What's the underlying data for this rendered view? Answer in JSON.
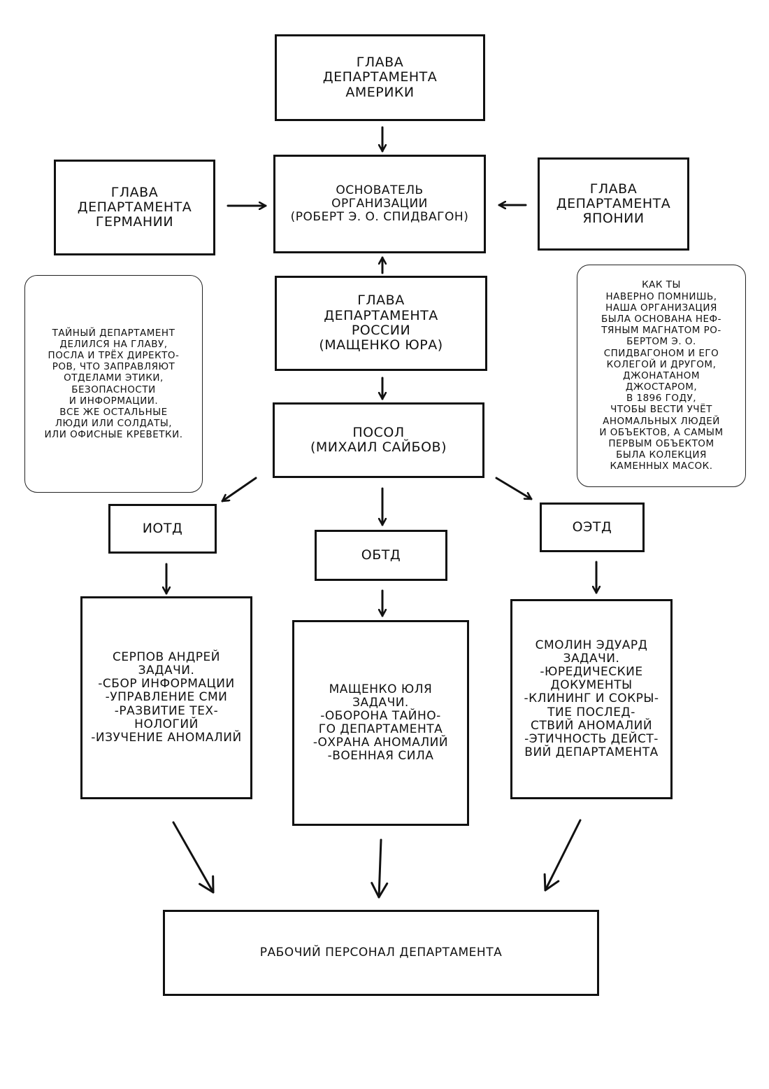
{
  "boxes": {
    "head_america": "Глава\nдепартамента\nАмерики",
    "founder": "Основатель\nорганизации\n(Роберт Э. О. Спидвагон)",
    "head_germany": "Глава\nдепартамента\nГермании",
    "head_japan": "Глава\nдепартамента\nЯпонии",
    "head_russia": "Глава\nдепартамента\nРоссии\n(Мащенко Юра)",
    "ambassador": "Посол\n(Михаил Сайбов)",
    "iotd": "ИОТД",
    "obtd": "ОБТД",
    "oetd": "ОЭТД",
    "iotd_details": "Серпов Андрей\nзадачи.\n-сбор информации\n-управление СМИ\n-развитие тех-\nнологий\n-изучение аномалий",
    "obtd_details": "Мащенко Юля\nзадачи.\n-оборона тайно-\nго департамента\n-охрана аномалий\n-военная сила",
    "oetd_details": "Смолин Эдуард\nзадачи.\n-юредические\nдокументы\n-клининг и сокры-\nтие послед-\nствий аномалий\n-этичность дейст-\nвий департамента",
    "staff": "Рабочий персонал департамента"
  },
  "notes": {
    "left": "Тайный департамент\nделился на главу,\nпосла и трёх директо-\nров, что заправляют\nотделами этики,\nбезопасности\nи информации.\nВсе же остальные\nлюди или солдаты,\nили офисные креветки.",
    "right": "Как ты\nнаверно помнишь,\nнаша организация\nбыла основана неф-\nтяным магнатом Ро-\nбертом Э. О.\nСпидвагоном и его\nколегой и другом,\nДжонатаном\nДжостаром,\nв 1896 году,\nчтобы вести учёт\nаномальных людей\nи объектов, а самым\nпервым объектом\nбыла колекция\nкаменных масок."
  }
}
